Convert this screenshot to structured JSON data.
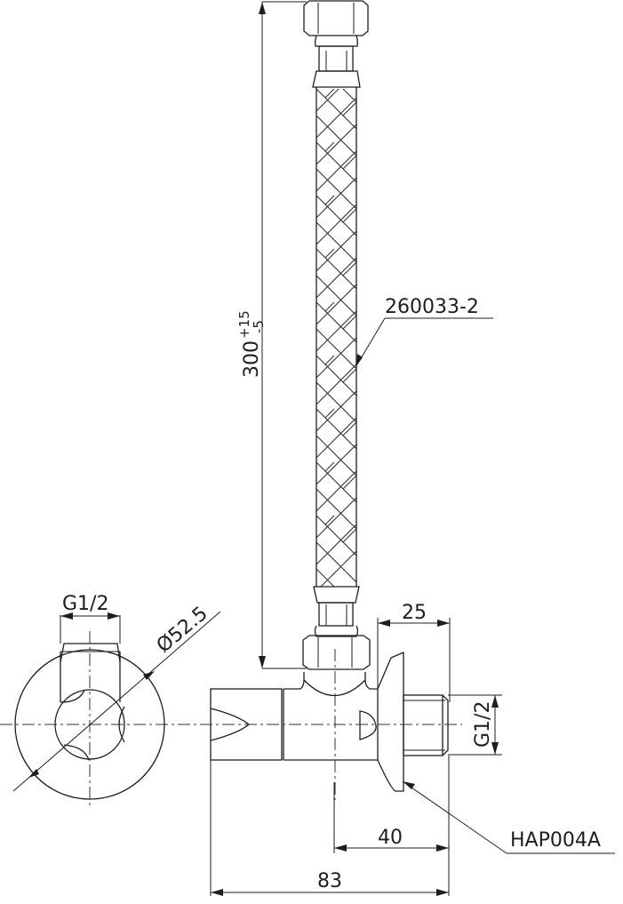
{
  "drawing": {
    "type": "technical drawing — angle valve with braided flexible hose",
    "dimensions": {
      "hose_length": "300",
      "hose_tol_upper": "+15",
      "hose_tol_lower": "-5",
      "flange_diameter": "Ø52.5",
      "thread_top": "G1/2",
      "thread_side": "G1/2",
      "handle_offset": "25",
      "center_to_end": "40",
      "overall_length": "83"
    },
    "part_labels": {
      "hose": "260033-2",
      "handle": "HAP004A"
    }
  }
}
